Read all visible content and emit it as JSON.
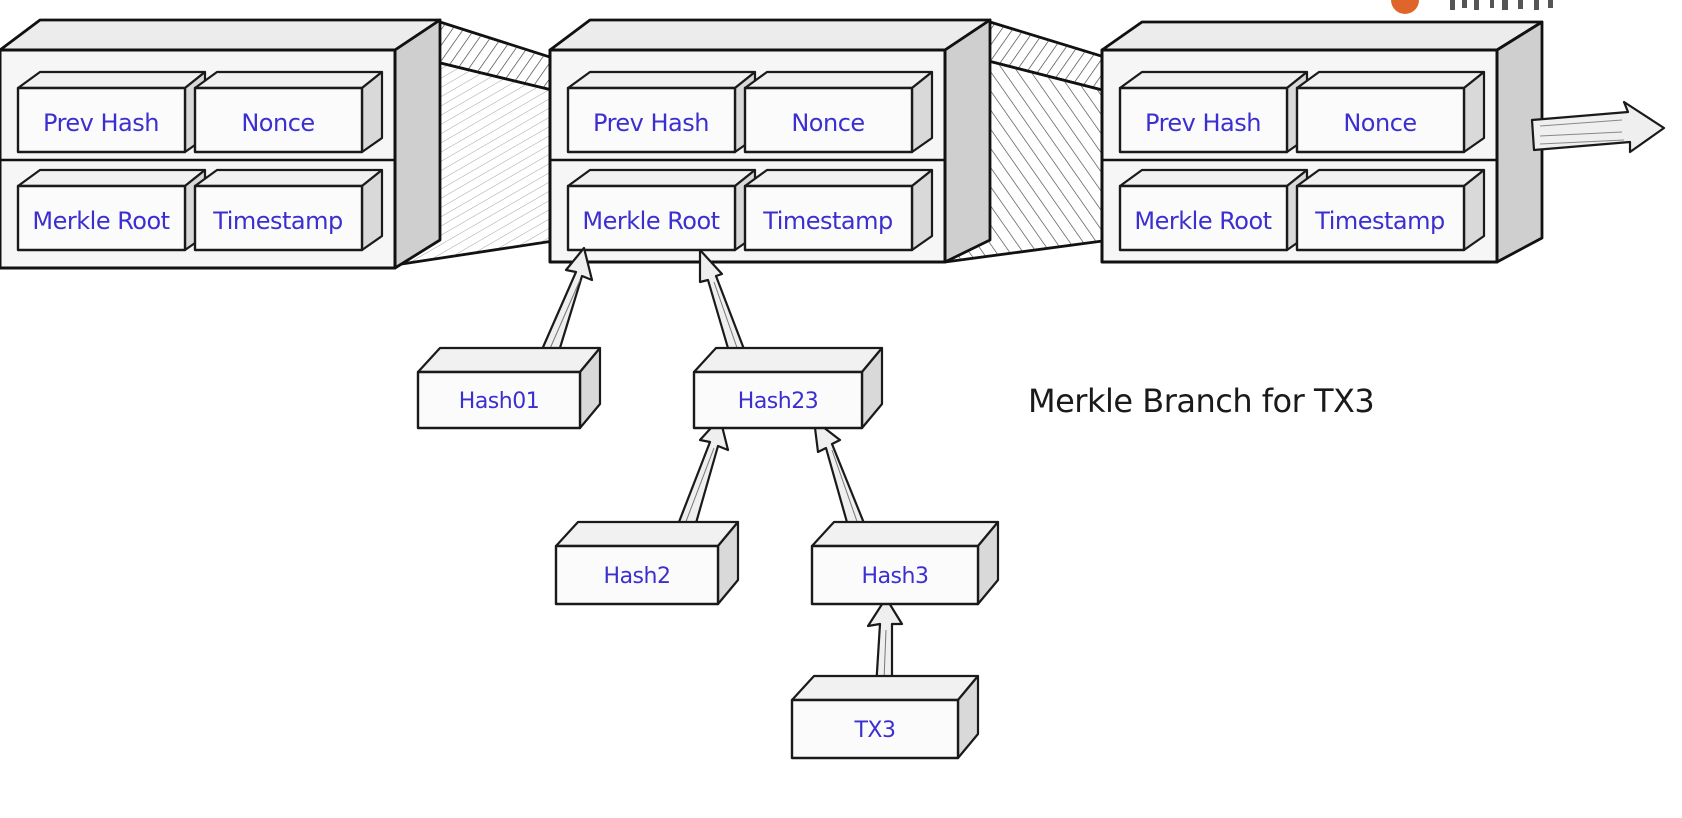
{
  "blocks": [
    {
      "fields": {
        "prev_hash": "Prev Hash",
        "nonce": "Nonce",
        "merkle_root": "Merkle Root",
        "timestamp": "Timestamp"
      }
    },
    {
      "fields": {
        "prev_hash": "Prev Hash",
        "nonce": "Nonce",
        "merkle_root": "Merkle Root",
        "timestamp": "Timestamp"
      }
    },
    {
      "fields": {
        "prev_hash": "Prev Hash",
        "nonce": "Nonce",
        "merkle_root": "Merkle Root",
        "timestamp": "Timestamp"
      }
    }
  ],
  "merkle_nodes": {
    "hash01": "Hash01",
    "hash23": "Hash23",
    "hash2": "Hash2",
    "hash3": "Hash3",
    "tx3": "TX3"
  },
  "caption": "Merkle Branch for TX3",
  "colors": {
    "label_text": "#3b2fd0",
    "outline": "#1a1a1a",
    "logo_accent": "#e0652a"
  },
  "icons": {
    "chain_continue": "arrow-right-icon",
    "logo": "logo-icon"
  }
}
